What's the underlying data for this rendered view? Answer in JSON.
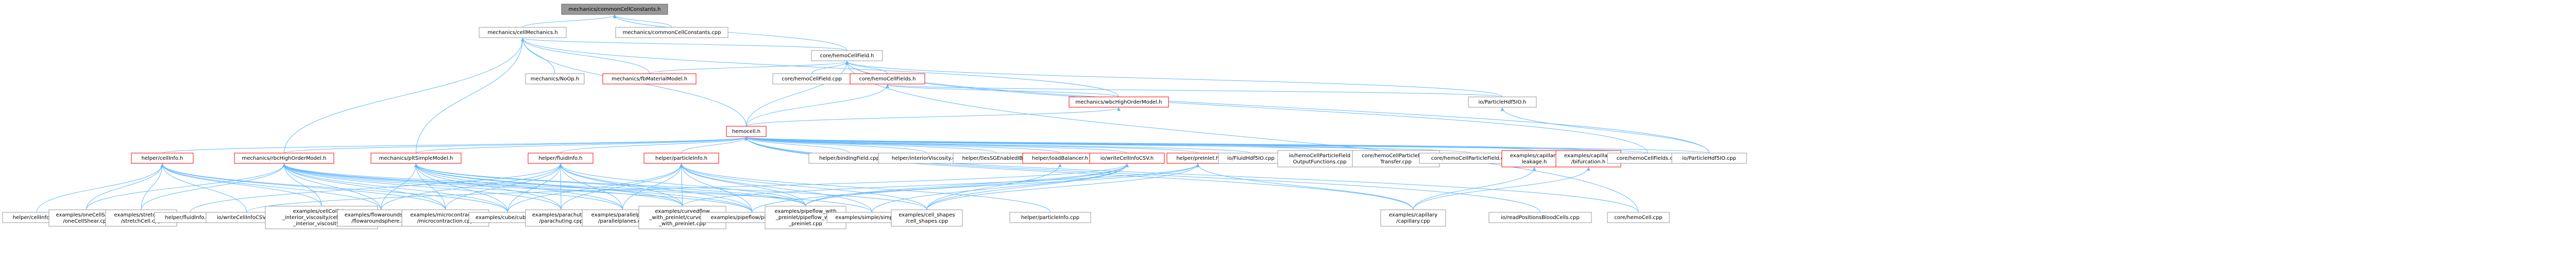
{
  "graph": {
    "title": "Include dependency graph",
    "colors": {
      "edge": "#63b8ff",
      "root_fill": "#999999",
      "node_border": "#999999",
      "red_border": "#ff0000"
    },
    "nodes": [
      {
        "id": "root",
        "style": "root",
        "lines": [
          "mechanics/commonCellConstants.h"
        ]
      },
      {
        "id": "cellMechanics",
        "style": "plain",
        "lines": [
          "mechanics/cellMechanics.h"
        ]
      },
      {
        "id": "commonCellConstantsCpp",
        "style": "plain",
        "lines": [
          "mechanics/commonCellConstants.cpp"
        ]
      },
      {
        "id": "hemoCellField",
        "style": "plain",
        "lines": [
          "core/hemoCellField.h"
        ]
      },
      {
        "id": "fbMaterialModel",
        "style": "red",
        "lines": [
          "mechanics/fbMaterialModel.h"
        ]
      },
      {
        "id": "noOp",
        "style": "plain",
        "lines": [
          "mechanics/NoOp.h"
        ]
      },
      {
        "id": "hemoCellFieldCpp",
        "style": "plain",
        "lines": [
          "core/hemoCellField.cpp"
        ]
      },
      {
        "id": "hemoCellFields",
        "style": "red",
        "lines": [
          "core/hemoCellFields.h"
        ]
      },
      {
        "id": "wbcHighOrderModel",
        "style": "red",
        "lines": [
          "mechanics/wbcHighOrderModel.h"
        ]
      },
      {
        "id": "particleHdf5IO",
        "style": "plain",
        "lines": [
          "io/ParticleHdf5IO.h"
        ]
      },
      {
        "id": "hemocell",
        "style": "red",
        "lines": [
          "hemocell.h"
        ]
      },
      {
        "id": "cellInfo",
        "style": "red",
        "lines": [
          "helper/cellInfo.h"
        ]
      },
      {
        "id": "rbcHighOrderModel",
        "style": "red",
        "lines": [
          "mechanics/rbcHighOrderModel.h"
        ]
      },
      {
        "id": "pltSimpleModel",
        "style": "red",
        "lines": [
          "mechanics/pltSimpleModel.h"
        ]
      },
      {
        "id": "fluidInfo",
        "style": "red",
        "lines": [
          "helper/fluidInfo.h"
        ]
      },
      {
        "id": "particleInfo",
        "style": "red",
        "lines": [
          "helper/particleInfo.h"
        ]
      },
      {
        "id": "bindingField",
        "style": "plain",
        "lines": [
          "helper/bindingField.cpp"
        ]
      },
      {
        "id": "interiorViscosity",
        "style": "plain",
        "lines": [
          "helper/interiorViscosity.cpp"
        ]
      },
      {
        "id": "tlesSGEnabledIBC",
        "style": "plain",
        "lines": [
          "helper/tlesSGEnabledIBC.h"
        ]
      },
      {
        "id": "loadBalancer",
        "style": "red",
        "lines": [
          "helper/loadBalancer.h"
        ]
      },
      {
        "id": "writeCellInfoCSV",
        "style": "red",
        "lines": [
          "io/writeCellInfoCSV.h"
        ]
      },
      {
        "id": "preInlet",
        "style": "red",
        "lines": [
          "helper/preInlet.h"
        ]
      },
      {
        "id": "fluidHdf5IO",
        "style": "plain",
        "lines": [
          "io/FluidHdf5IO.cpp"
        ]
      },
      {
        "id": "hemoCellParticleField",
        "style": "plain",
        "lines": [
          "io/hemoCellParticleField",
          "OutputFunctions.cpp"
        ]
      },
      {
        "id": "particleDataTransfer",
        "style": "plain",
        "lines": [
          "core/hemoCellParticleData",
          "Transfer.cpp"
        ]
      },
      {
        "id": "hemoCellParticleFieldCpp",
        "style": "plain",
        "lines": [
          "core/hemoCellParticleField.cpp"
        ]
      },
      {
        "id": "capillaryLeakage",
        "style": "red",
        "lines": [
          "examples/capillary",
          "leakage.h"
        ]
      },
      {
        "id": "capillaryBifurcation",
        "style": "red",
        "lines": [
          "examples/capillary",
          "/bifurcation.h"
        ]
      },
      {
        "id": "hemoCellFieldsCpp",
        "style": "plain",
        "lines": [
          "core/hemoCellFields.cpp"
        ]
      },
      {
        "id": "particleHdf5IOCpp",
        "style": "plain",
        "lines": [
          "io/ParticleHdf5IO.cpp"
        ]
      },
      {
        "id": "cellInfoCpp",
        "style": "plain",
        "lines": [
          "helper/cellInfo.cpp"
        ]
      },
      {
        "id": "oneCellShear",
        "style": "plain",
        "lines": [
          "examples/oneCellShear",
          "/oneCellShear.cpp"
        ]
      },
      {
        "id": "stretchCell",
        "style": "plain",
        "lines": [
          "examples/stretchCell",
          "/stretchCell.cpp"
        ]
      },
      {
        "id": "fluidInfoCpp",
        "style": "plain",
        "lines": [
          "helper/fluidInfo.cpp"
        ]
      },
      {
        "id": "writeCellInfoCSVCpp",
        "style": "plain",
        "lines": [
          "io/writeCellInfoCSV.cpp"
        ]
      },
      {
        "id": "cellCollision",
        "style": "plain",
        "lines": [
          "examples/cellCollision",
          "_interior_viscosity/cellCollision",
          "_interior_viscosity.cpp"
        ]
      },
      {
        "id": "flowAroundSphere",
        "style": "plain",
        "lines": [
          "examples/flowaroundsphere",
          "/flowaroundsphere.cpp"
        ]
      },
      {
        "id": "microContraction",
        "style": "plain",
        "lines": [
          "examples/microcontraction",
          "/microcontraction.cpp"
        ]
      },
      {
        "id": "cubeCube",
        "style": "plain",
        "lines": [
          "examples/cube/cube.cpp"
        ]
      },
      {
        "id": "parachuting",
        "style": "plain",
        "lines": [
          "examples/parachuting",
          "/parachuting.cpp"
        ]
      },
      {
        "id": "parallelPlanes",
        "style": "plain",
        "lines": [
          "examples/parallelplanes",
          "/parallelplanes.cpp"
        ]
      },
      {
        "id": "curvedFlow",
        "style": "plain",
        "lines": [
          "examples/curvedflow",
          "_with_preinlet/curvedflow",
          "_with_preinlet.cpp"
        ]
      },
      {
        "id": "pipeflow",
        "style": "plain",
        "lines": [
          "examples/pipeflow/pipeflow.cpp"
        ]
      },
      {
        "id": "pipeflowPreinlet",
        "style": "plain",
        "lines": [
          "examples/pipeflow_with",
          "_preinlet/pipeflow_with",
          "_preinlet.cpp"
        ]
      },
      {
        "id": "simpleSimple",
        "style": "plain",
        "lines": [
          "examples/simple/simple.cpp"
        ]
      },
      {
        "id": "cellShapes",
        "style": "plain",
        "lines": [
          "examples/cell_shapes",
          "/cell_shapes.cpp"
        ]
      },
      {
        "id": "particleInfoCpp",
        "style": "plain",
        "lines": [
          "helper/particleInfo.cpp"
        ]
      },
      {
        "id": "capillaryCpp",
        "style": "plain",
        "lines": [
          "examples/capillary",
          "/capillary.cpp"
        ]
      },
      {
        "id": "readPositions",
        "style": "plain",
        "lines": [
          "io/readPositionsBloodCells.cpp"
        ]
      },
      {
        "id": "hemoCellCpp",
        "style": "plain",
        "lines": [
          "core/hemoCell.cpp"
        ]
      }
    ]
  }
}
